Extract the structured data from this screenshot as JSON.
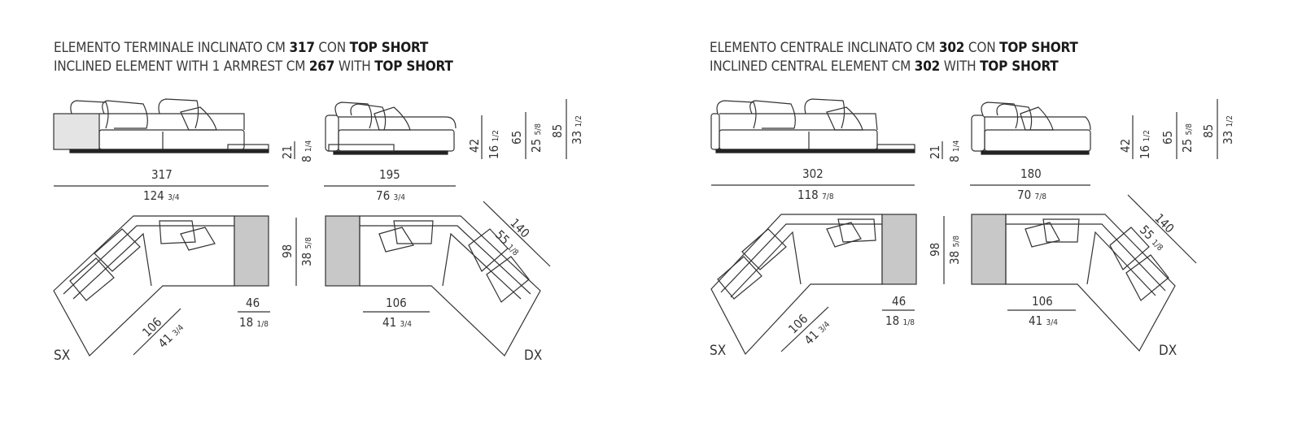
{
  "left_panel": {
    "title_line1": {
      "prefix": "ELEMENTO TERMINALE INCLINATO CM ",
      "num": "317",
      "mid": " CON ",
      "bold": "TOP SHORT"
    },
    "title_line2": {
      "prefix": "INCLINED ELEMENT WITH 1 ARMREST CM ",
      "num": "267",
      "mid": " WITH ",
      "bold": "TOP SHORT"
    },
    "front_width_cm": "317",
    "front_width_in": "124",
    "front_width_in_frac": "3/4",
    "side_width_cm": "195",
    "side_width_in": "76",
    "side_width_in_frac": "3/4",
    "top_height_cm": "21",
    "top_height_in": "8",
    "top_height_in_frac": "1/4",
    "seat_h_cm": "42",
    "seat_h_in": "16",
    "seat_h_in_frac": "1/2",
    "arm_h_cm": "65",
    "arm_h_in": "25",
    "arm_h_in_frac": "5/8",
    "back_h_cm": "85",
    "back_h_in": "33",
    "back_h_in_frac": "1/2",
    "plan_depth_cm": "98",
    "plan_depth_in": "38",
    "plan_depth_in_frac": "5/8",
    "top_width_cm": "46",
    "top_width_in": "18",
    "top_width_in_frac": "1/8",
    "seat_cm": "106",
    "seat_in": "41",
    "seat_in_frac": "3/4",
    "diag_cm": "140",
    "diag_in": "55",
    "diag_in_frac": "1/8",
    "sx": "SX",
    "dx": "DX"
  },
  "right_panel": {
    "title_line1": {
      "prefix": "ELEMENTO CENTRALE INCLINATO CM ",
      "num": "302",
      "mid": " CON ",
      "bold": "TOP SHORT"
    },
    "title_line2": {
      "prefix": "INCLINED CENTRAL ELEMENT CM ",
      "num": "302",
      "mid": " WITH ",
      "bold": "TOP SHORT"
    },
    "front_width_cm": "302",
    "front_width_in": "118",
    "front_width_in_frac": "7/8",
    "side_width_cm": "180",
    "side_width_in": "70",
    "side_width_in_frac": "7/8",
    "top_height_cm": "21",
    "top_height_in": "8",
    "top_height_in_frac": "1/4",
    "seat_h_cm": "42",
    "seat_h_in": "16",
    "seat_h_in_frac": "1/2",
    "arm_h_cm": "65",
    "arm_h_in": "25",
    "arm_h_in_frac": "5/8",
    "back_h_cm": "85",
    "back_h_in": "33",
    "back_h_in_frac": "1/2",
    "plan_depth_cm": "98",
    "plan_depth_in": "38",
    "plan_depth_in_frac": "5/8",
    "top_width_cm": "46",
    "top_width_in": "18",
    "top_width_in_frac": "1/8",
    "seat_cm": "106",
    "seat_in": "41",
    "seat_in_frac": "3/4",
    "diag_cm": "140",
    "diag_in": "55",
    "diag_in_frac": "1/8",
    "sx": "SX",
    "dx": "DX"
  },
  "colors": {
    "line": "#333333",
    "top_fill": "#c8c8c8",
    "base": "#222222"
  }
}
